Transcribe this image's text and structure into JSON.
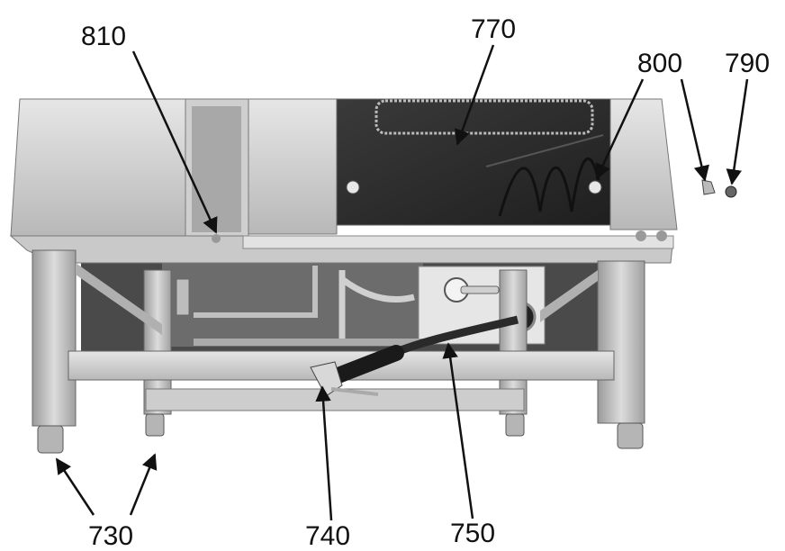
{
  "callouts": [
    {
      "id": "c810",
      "label": "810"
    },
    {
      "id": "c770",
      "label": "770"
    },
    {
      "id": "c800",
      "label": "800"
    },
    {
      "id": "c790",
      "label": "790"
    },
    {
      "id": "c730",
      "label": "730"
    },
    {
      "id": "c740",
      "label": "740"
    },
    {
      "id": "c750",
      "label": "750"
    }
  ],
  "colors": {
    "steel_light": "#d9d9d9",
    "steel_mid": "#bdbdbd",
    "steel_dark": "#8a8a8a",
    "glass": "#2b2b2b",
    "ink": "#111111"
  }
}
